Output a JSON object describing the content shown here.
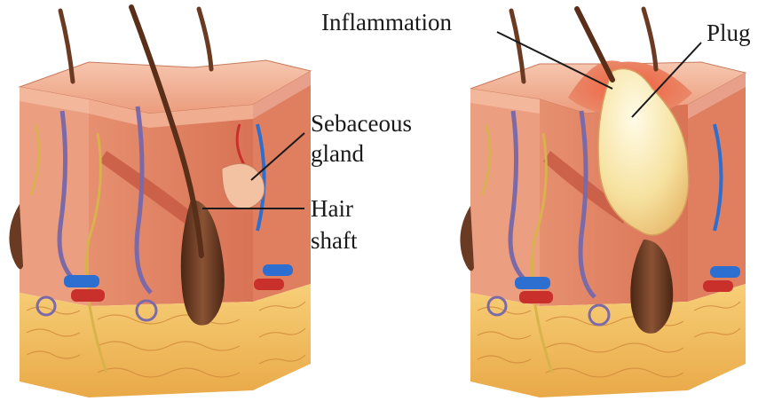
{
  "labels": {
    "inflammation": "Inflammation",
    "plug": "Plug",
    "sebaceous_line1": "Sebaceous",
    "sebaceous_line2": "gland",
    "hair_line1": "Hair",
    "hair_line2": "shaft"
  },
  "colors": {
    "skin_top": "#f3b8a0",
    "skin_mid": "#e79476",
    "dermis": "#e88a66",
    "fat": "#f4c46a",
    "fat_line": "#d8952f",
    "follicle": "#6b3a22",
    "hair": "#5a2f1a",
    "vessel_blue": "#2d6fd1",
    "vessel_red": "#c9302c",
    "nerve": "#d8b24a",
    "inflammation": "#e8503a",
    "plug": "#f6e6a6"
  }
}
